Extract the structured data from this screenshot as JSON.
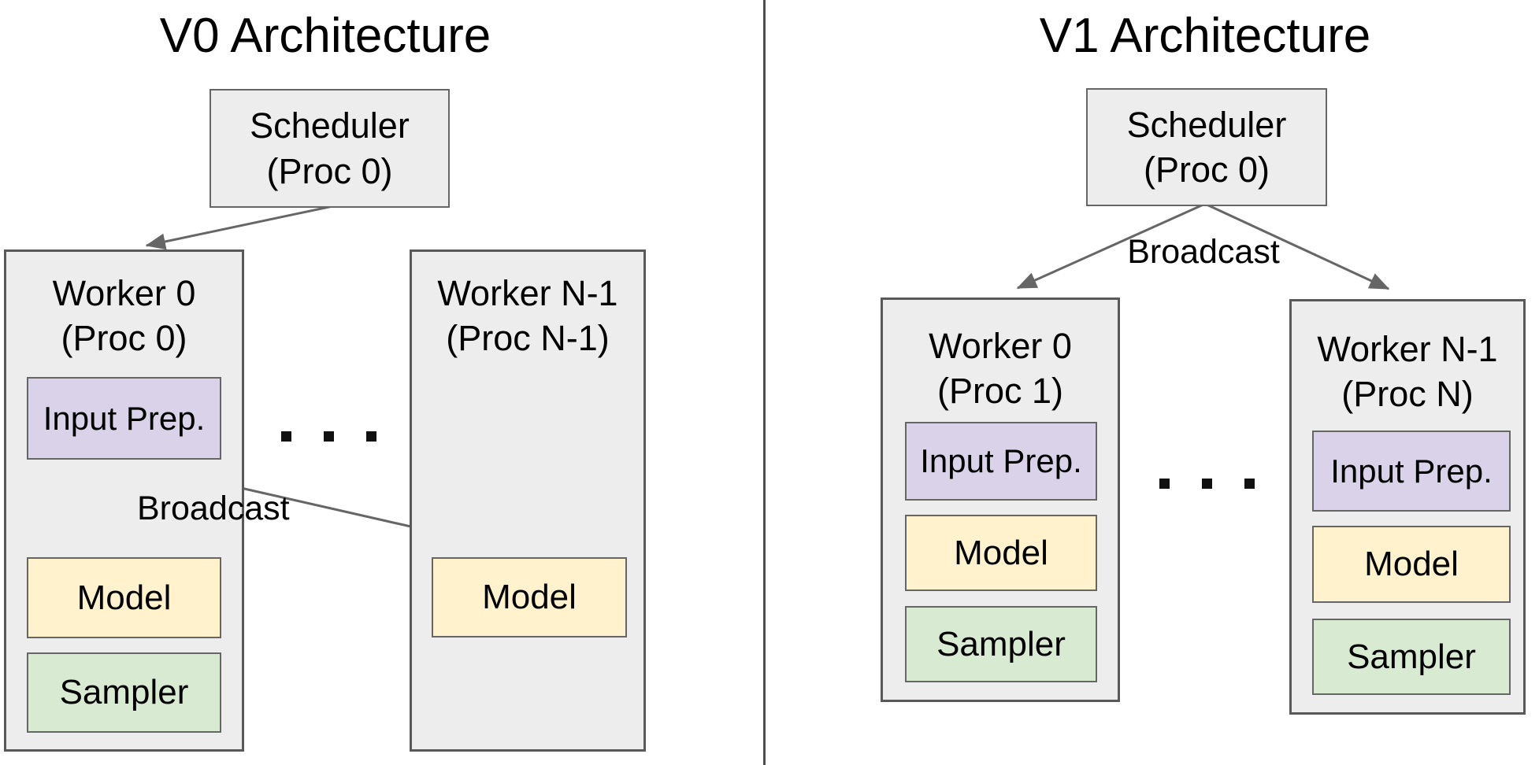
{
  "left_panel": {
    "title": "V0 Architecture",
    "scheduler": {
      "name": "Scheduler",
      "proc": "(Proc 0)"
    },
    "worker_0": {
      "name": "Worker 0",
      "proc": "(Proc 0)",
      "input_prep": "Input Prep.",
      "model": "Model",
      "sampler": "Sampler"
    },
    "worker_n": {
      "name": "Worker N-1",
      "proc": "(Proc N-1)",
      "model": "Model"
    },
    "broadcast_label": "Broadcast"
  },
  "right_panel": {
    "title": "V1 Architecture",
    "scheduler": {
      "name": "Scheduler",
      "proc": "(Proc 0)"
    },
    "broadcast_label": "Broadcast",
    "worker_0": {
      "name": "Worker 0",
      "proc": "(Proc 1)",
      "input_prep": "Input Prep.",
      "model": "Model",
      "sampler": "Sampler"
    },
    "worker_n": {
      "name": "Worker N-1",
      "proc": "(Proc N)",
      "input_prep": "Input Prep.",
      "model": "Model",
      "sampler": "Sampler"
    }
  },
  "icons": {
    "ellipsis_left": "horizontal-dots",
    "ellipsis_right": "horizontal-dots"
  },
  "colors": {
    "box_fill": "#ededed",
    "box_border": "#666666",
    "worker_border": "#595959",
    "input_prep_fill": "#d9d2e9",
    "model_fill": "#fff2cc",
    "sampler_fill": "#d9ead3",
    "line": "#666666",
    "divider": "#4d4d4d",
    "text": "#000000"
  }
}
